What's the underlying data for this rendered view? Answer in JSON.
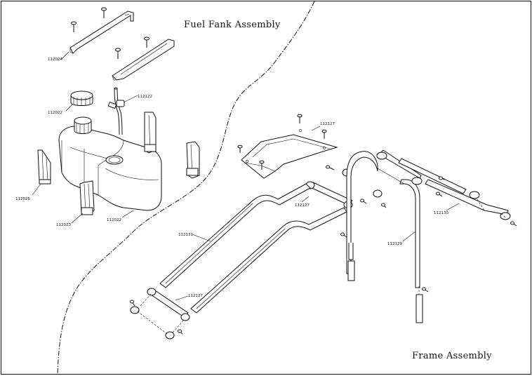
{
  "titles": {
    "fuel": "Fuel Fank Assembly",
    "frame": "Frame  Assembly"
  },
  "labels": {
    "p112024": "112024",
    "p112022": "112022",
    "p112122": "112122",
    "p112025": "112025",
    "p112023": "112023",
    "p112022b": "112022",
    "p112127a": "112127",
    "p112127b": "112127",
    "p112131": "112131",
    "p112127c": "112127",
    "p112130": "112130",
    "p112129": "112129"
  }
}
